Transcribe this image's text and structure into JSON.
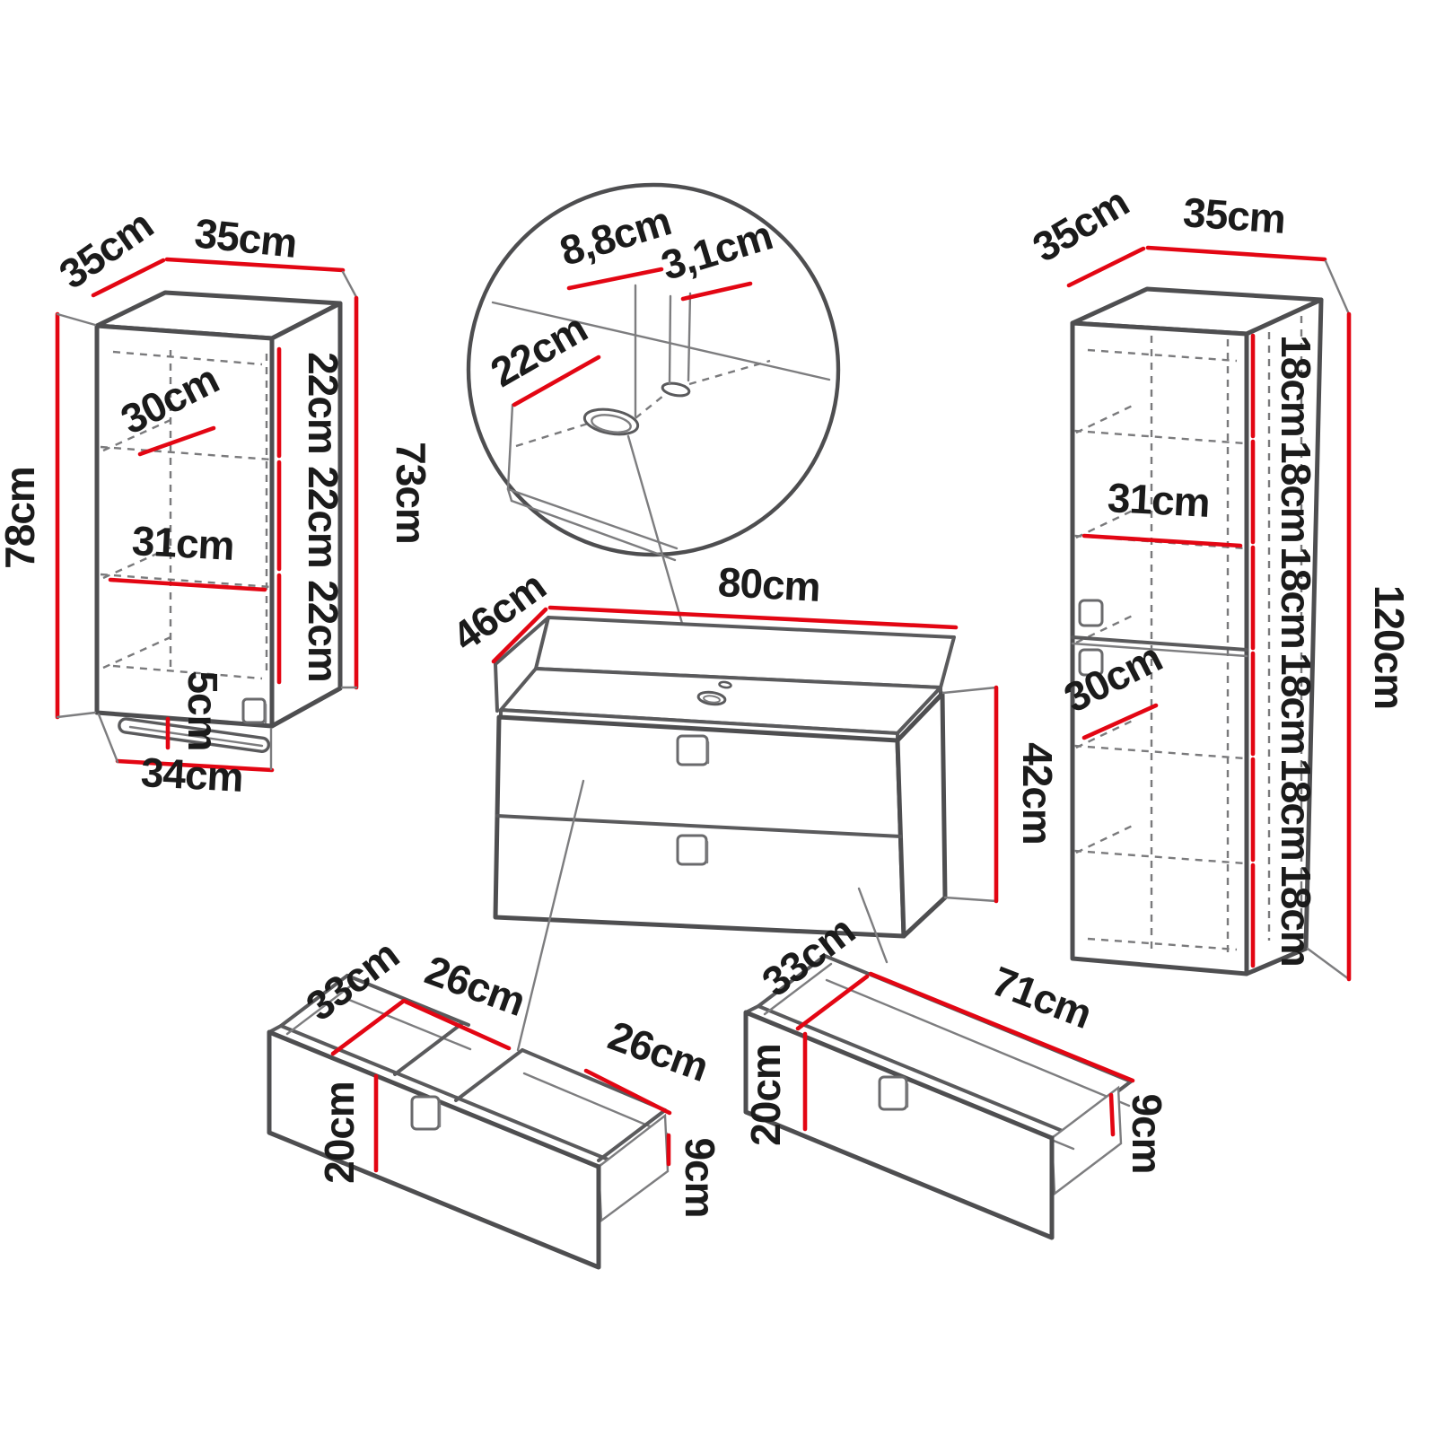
{
  "meta": {
    "diagram_type": "furniture assembly dimension drawing",
    "units": "cm",
    "background_color": "#ffffff",
    "line_color": "#4e4e50",
    "dimension_color": "#e30613",
    "text_color": "#1b1b1b"
  },
  "pieces": {
    "wall_cabinet": {
      "name": "wall cabinet (left)",
      "dims": {
        "top_depth": "35cm",
        "top_width": "35cm",
        "overall_height": "78cm",
        "front_height": "73cm",
        "shelf_depth": "30cm",
        "inner_width": "31cm",
        "sections": [
          "22cm",
          "22cm",
          "22cm"
        ],
        "rail_gap": "5cm",
        "bottom_width": "34cm"
      }
    },
    "sink_detail": {
      "name": "countertop hole detail (zoom circle)",
      "dims": {
        "hole_offset": "22cm",
        "basin_hole": "8,8cm",
        "tap_hole": "3,1cm"
      }
    },
    "vanity": {
      "name": "washbasin vanity unit",
      "dims": {
        "depth": "46cm",
        "width": "80cm",
        "height": "42cm"
      }
    },
    "tall_cabinet": {
      "name": "tall cabinet (right)",
      "dims": {
        "top_depth": "35cm",
        "top_width": "35cm",
        "inner_width": "31cm",
        "shelf_depth": "30cm",
        "sections": [
          "18cm",
          "18cm",
          "18cm",
          "18cm",
          "18cm",
          "18cm"
        ],
        "overall_height": "120cm"
      }
    },
    "double_drawer": {
      "name": "upper drawer with two compartments",
      "dims": {
        "depth": "33cm",
        "left_width": "26cm",
        "right_width": "26cm",
        "front_height": "20cm",
        "inner_height": "9cm"
      }
    },
    "wide_drawer": {
      "name": "lower wide drawer",
      "dims": {
        "depth": "33cm",
        "width": "71cm",
        "front_height": "20cm",
        "inner_height": "9cm"
      }
    }
  }
}
